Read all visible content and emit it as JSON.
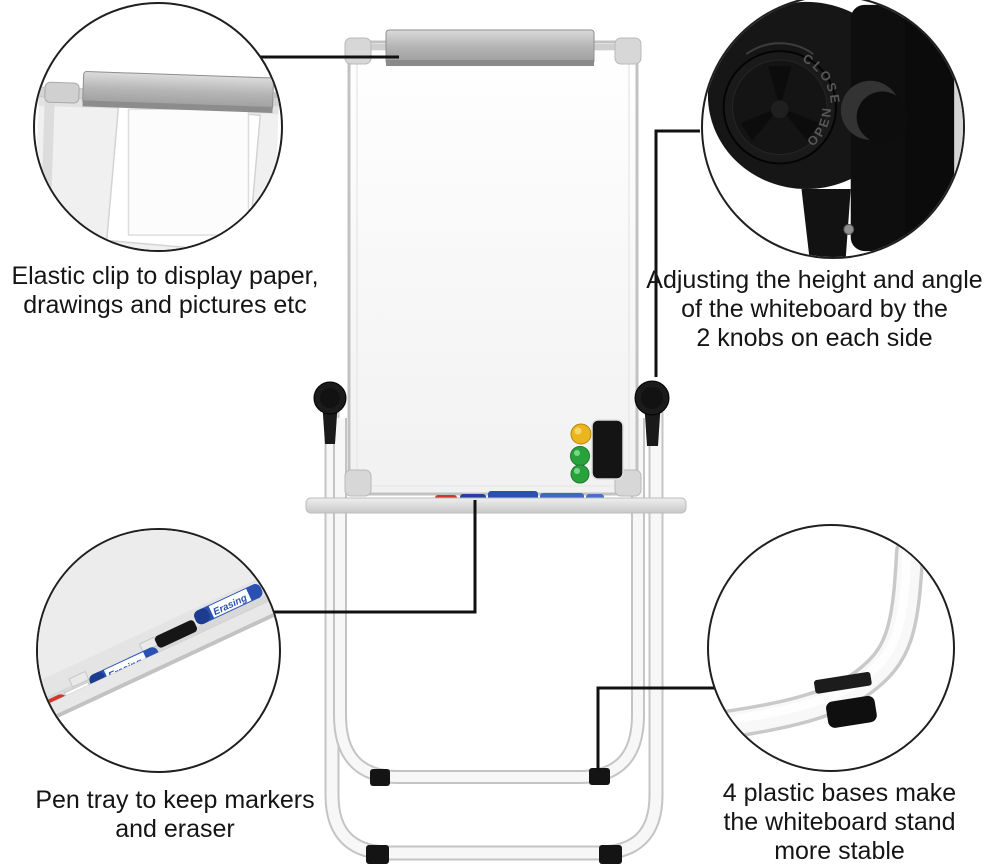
{
  "annotations": {
    "clip": {
      "line1": "Elastic clip to display paper,",
      "line2": "drawings and pictures etc"
    },
    "knobs": {
      "line1": "Adjusting the height and angle",
      "line2": "of the whiteboard by the",
      "line3": "2 knobs on each side"
    },
    "tray": {
      "line1": "Pen tray to keep markers",
      "line2": "and eraser"
    },
    "bases": {
      "line1": "4 plastic bases make",
      "line2": "the whiteboard stand",
      "line3": "more stable"
    }
  },
  "knob": {
    "open_label": "OPEN",
    "close_label": "CLOSE"
  },
  "marker_brand": "Erasing",
  "colors": {
    "magnet_yellow": "#eab51e",
    "magnet_green": "#28a33c",
    "marker_blue": "#2a50b2",
    "marker_red": "#d2352a",
    "eraser_black": "#141414",
    "knob_black": "#1a1a1a",
    "tube_edge": "#c6c6c6",
    "tube_face": "#f7f7f7",
    "annotation_ink": "#111111"
  }
}
